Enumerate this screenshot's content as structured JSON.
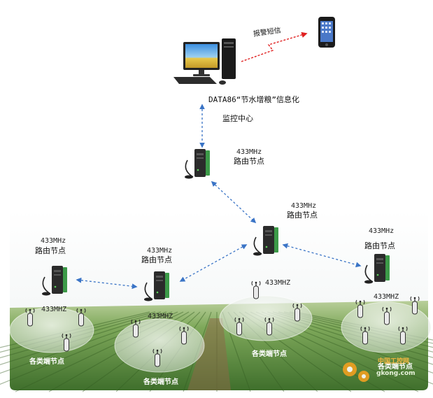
{
  "colors": {
    "link": "#3a74c6",
    "alarm": "#e02020",
    "sky_top": "#ffffff",
    "field_dark": "#4c7a33",
    "field_light": "#9ec27a",
    "device_green": "#3c9a48",
    "device_body": "#2b2b2b"
  },
  "center": {
    "title": "DATA86“节水增粮”信息化",
    "subtitle": "监控中心",
    "alarm_label": "报警短信"
  },
  "routers": [
    {
      "freq": "433MHz",
      "name": "路由节点"
    },
    {
      "freq": "433MHz",
      "name": "路由节点"
    },
    {
      "freq": "433MHz",
      "name": "路由节点"
    },
    {
      "freq": "433MHz",
      "name": "路由节点"
    },
    {
      "freq": "433MHz",
      "name": "路由节点"
    }
  ],
  "clusters": [
    {
      "freq": "433MHZ",
      "label": "各类端节点"
    },
    {
      "freq": "433MHZ",
      "label": "各类端节点"
    },
    {
      "freq": "433MHZ",
      "label": "各类端节点"
    },
    {
      "freq": "433MHZ",
      "label": "各类端节点"
    }
  ],
  "watermark": {
    "site": "gkong.com",
    "brand": "中国工控网"
  }
}
